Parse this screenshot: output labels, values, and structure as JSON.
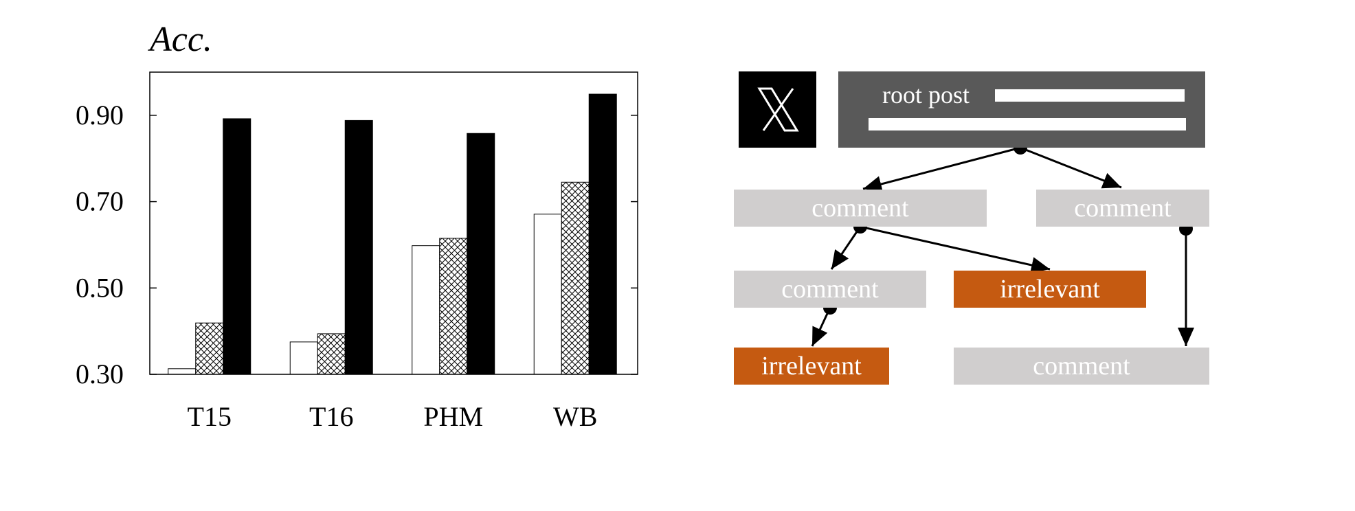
{
  "chart_data": {
    "type": "bar",
    "title": "Acc.",
    "categories": [
      "T15",
      "T16",
      "PHM",
      "WB"
    ],
    "series": [
      {
        "pattern": "white",
        "values": [
          0.313,
          0.375,
          0.598,
          0.671
        ]
      },
      {
        "pattern": "crosshatch",
        "values": [
          0.419,
          0.394,
          0.615,
          0.745
        ]
      },
      {
        "pattern": "black",
        "values": [
          0.892,
          0.888,
          0.858,
          0.949
        ]
      }
    ],
    "yticks": [
      "0.30",
      "0.50",
      "0.70",
      "0.90"
    ],
    "ylim": [
      0.3,
      1.0
    ],
    "grid": false,
    "legend": "none"
  },
  "diagram": {
    "logo": "x-logo-icon",
    "root_label": "root post",
    "nodes": {
      "comment_a": "comment",
      "comment_b": "comment",
      "comment_c": "comment",
      "irrelevant_a": "irrelevant",
      "irrelevant_b": "irrelevant",
      "comment_d": "comment"
    },
    "colors": {
      "root": "#595959",
      "comment": "#d0cece",
      "irrelevant": "#c55a11"
    }
  }
}
